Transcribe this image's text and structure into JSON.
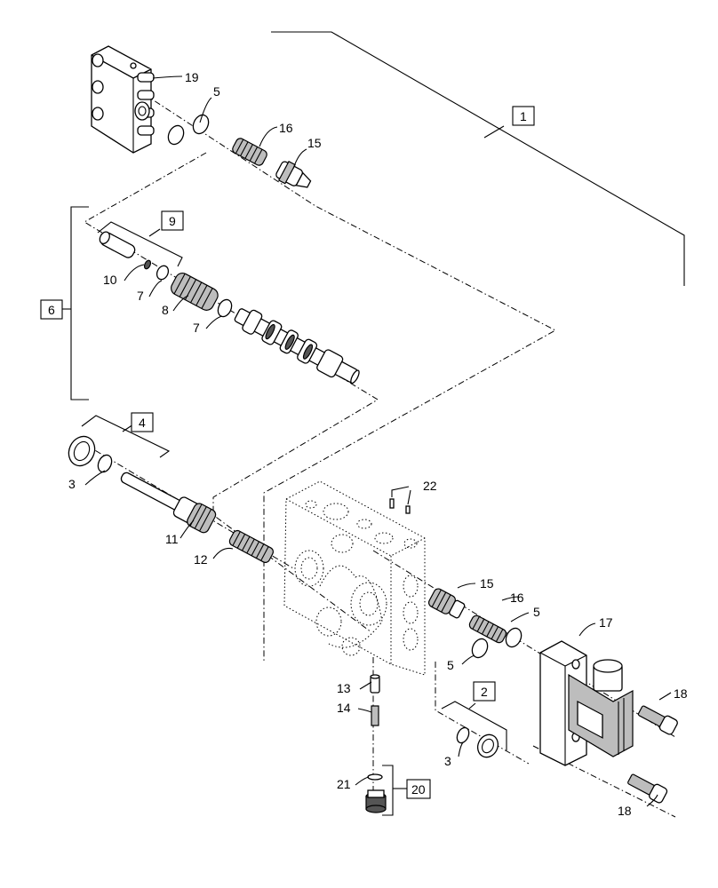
{
  "callouts": {
    "c1": "1",
    "c2": "2",
    "c3a": "3",
    "c3b": "3",
    "c4": "4",
    "c5a": "5",
    "c5b": "5",
    "c5c": "5",
    "c6": "6",
    "c7a": "7",
    "c7b": "7",
    "c8": "8",
    "c9": "9",
    "c10": "10",
    "c11": "11",
    "c12": "12",
    "c13": "13",
    "c14": "14",
    "c15a": "15",
    "c15b": "15",
    "c16a": "16",
    "c16b": "16",
    "c17": "17",
    "c18a": "18",
    "c18b": "18",
    "c19": "19",
    "c20": "20",
    "c21": "21",
    "c22": "22"
  }
}
